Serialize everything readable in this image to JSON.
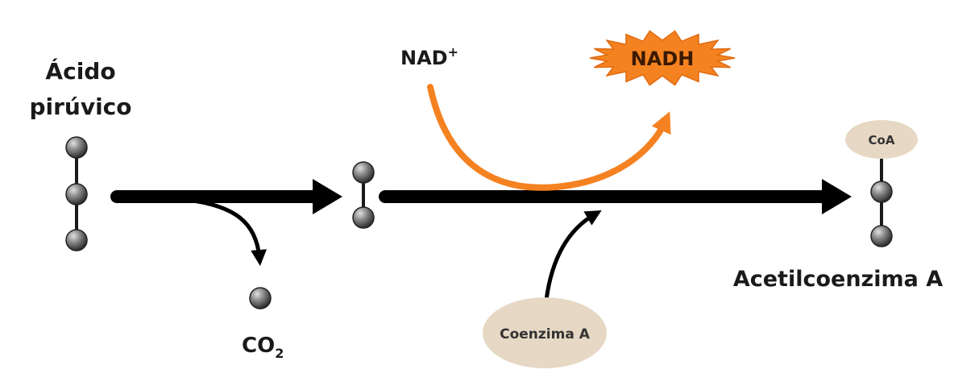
{
  "labels": {
    "pyruvic_line1": "Ácido",
    "pyruvic_line2": "pirúvico",
    "co2_main": "CO",
    "co2_sub": "2",
    "nad_main": "NAD",
    "nad_sup": "+",
    "nadh": "NADH",
    "coa_tag": "CoA",
    "coenzyme_a": "Coenzima A",
    "acetyl_coa": "Acetilcoenzima A"
  },
  "colors": {
    "arrow": "#000000",
    "nad_arrow": "#f58220",
    "starburst": "#f58220",
    "starburst_text": "#3a1a00",
    "ellipse": "#e6d8c4",
    "sphere_dark": "#4a4a4a",
    "sphere_light": "#d8d8d8"
  }
}
